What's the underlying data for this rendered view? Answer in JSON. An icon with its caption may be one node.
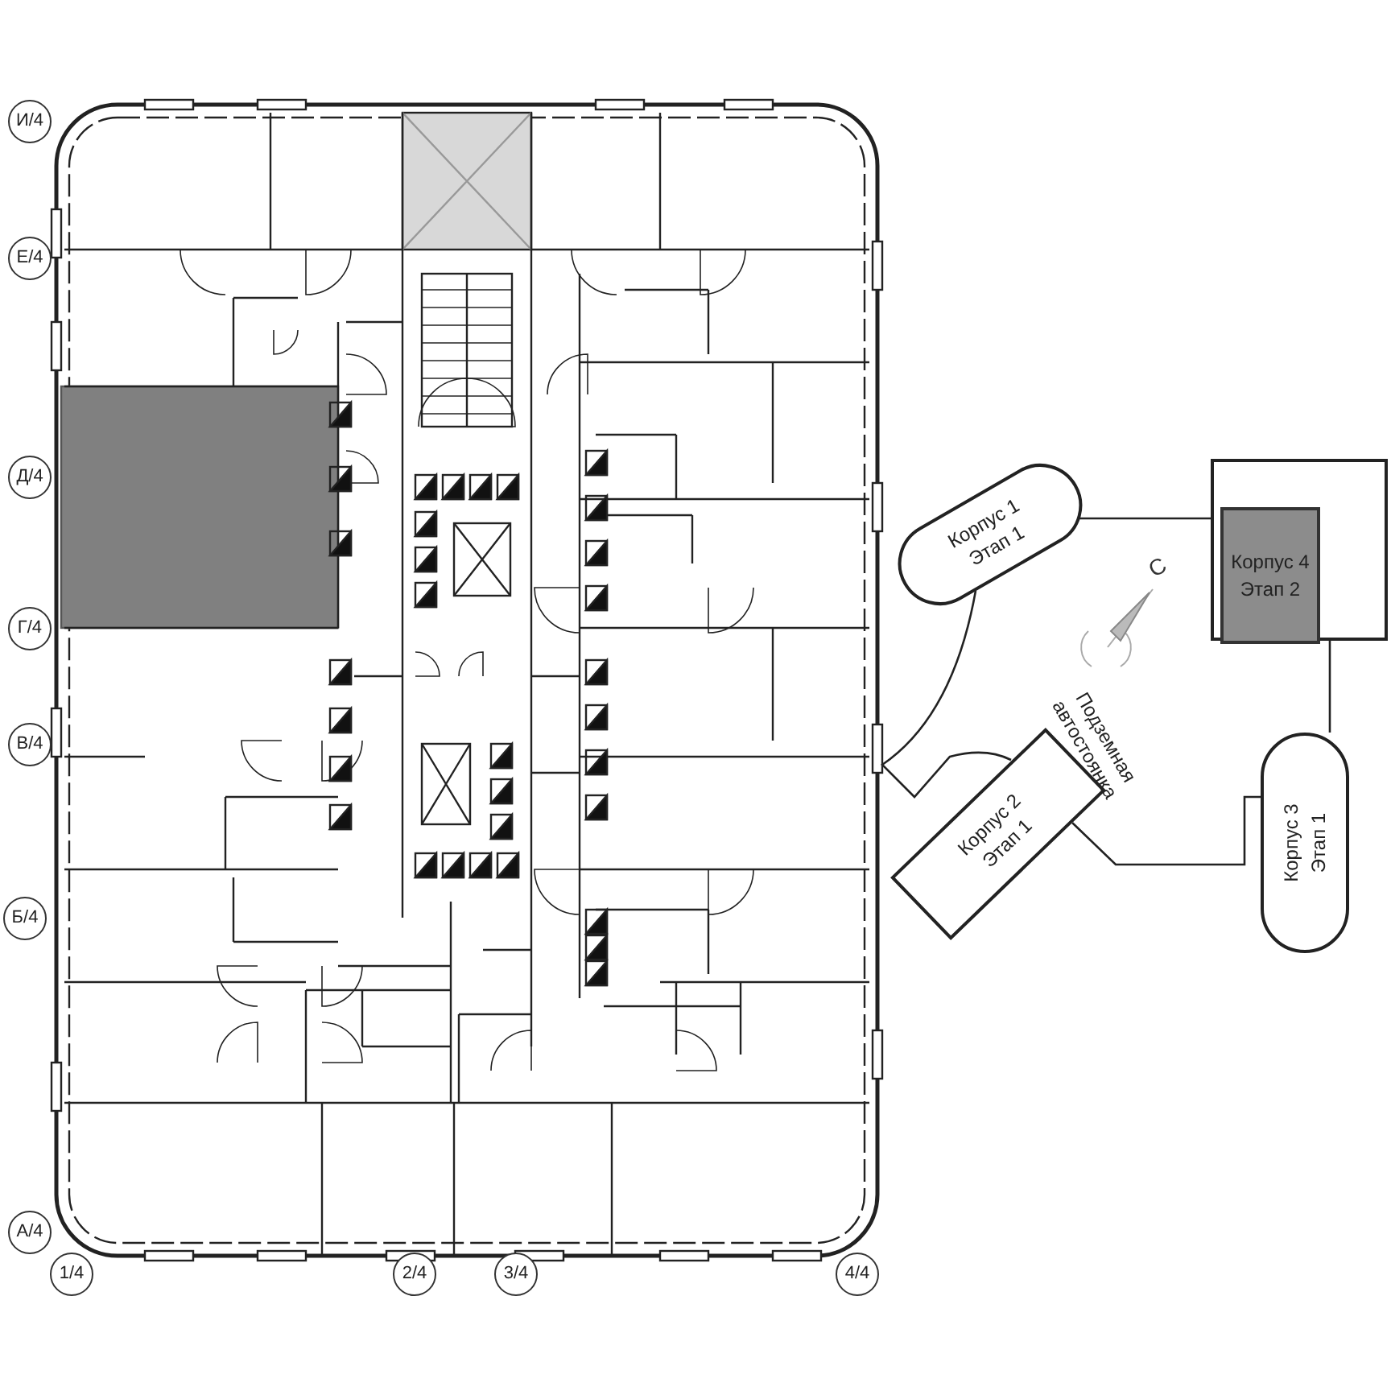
{
  "diagram": {
    "nodes": [
      {
        "text": [
          "И/4"
        ]
      },
      {
        "text": [
          "Е/4"
        ]
      },
      {
        "text": [
          "Д/4"
        ]
      },
      {
        "text": [
          "Г/4"
        ]
      },
      {
        "text": [
          "В/4"
        ]
      },
      {
        "text": [
          "Б/4"
        ]
      },
      {
        "text": [
          "А/4"
        ]
      },
      {
        "text": [
          "1/4"
        ]
      },
      {
        "text": [
          "2/4"
        ]
      },
      {
        "text": [
          "3/4"
        ]
      },
      {
        "text": [
          "4/4"
        ]
      },
      {
        "text": [
          "Корпус 1 Этап 1"
        ]
      },
      {
        "text": [],
        "shape": "box"
      },
      {
        "text": [
          "Корпус 4 Этап 2"
        ],
        "in": 12
      },
      {
        "text": [
          "Корпус 2 Этап 1"
        ]
      },
      {
        "text": [
          "Корпус 3 Этап 1"
        ]
      }
    ],
    "edges": [
      {
        "from": 11,
        "to": 13,
        "arrow": "none"
      },
      {
        "from": 12,
        "to": 15,
        "arrow": "none"
      },
      {
        "from": 14,
        "to": 15,
        "arrow": "none"
      },
      {
        "from": 11,
        "to": 14,
        "arrow": "none"
      }
    ],
    "labels": [
      "С",
      "Подземная автостоянка"
    ]
  }
}
